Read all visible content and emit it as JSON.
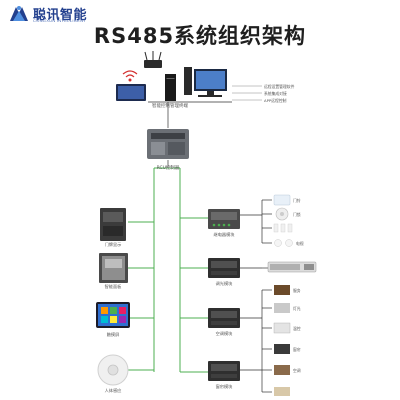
{
  "logo": {
    "name": "聪讯智能",
    "subtitle": "CONGXUN INTELLIGENT"
  },
  "title": "RS485系统组织架构",
  "top_devices": {
    "label": "智能控制管理终端",
    "side_notes": [
      "远程设置管理软件",
      "系统集成对接",
      "APP远程控制"
    ]
  },
  "controller": {
    "label": "RCU控制器"
  },
  "left_devices": [
    {
      "label": "门牌显示"
    },
    {
      "label": "智能面板"
    },
    {
      "label": "触摸屏"
    },
    {
      "label": "人体感应"
    }
  ],
  "right_modules": [
    {
      "label": "继电器模块"
    },
    {
      "label": "调光模块"
    },
    {
      "label": "空调模块"
    },
    {
      "label": "窗帘模块"
    }
  ],
  "right_items": [
    "门铃",
    "门锁",
    "电视",
    "服务",
    "灯光",
    "温控",
    "窗帘",
    "空调"
  ],
  "colors": {
    "bus": "#4caf50",
    "wire": "#333333",
    "accent": "#23408e"
  }
}
